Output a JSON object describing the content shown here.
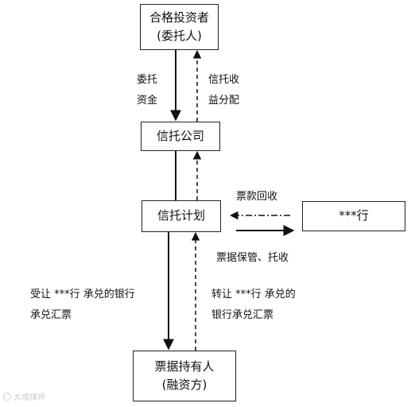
{
  "nodes": {
    "investor": {
      "line1": "合格投资者",
      "line2": "(委托人)"
    },
    "trust_company": {
      "line1": "信托公司"
    },
    "trust_plan": {
      "line1": "信托计划"
    },
    "bank": {
      "line1": "***行"
    },
    "bill_holder": {
      "line1": "票据持有人",
      "line2": "(融资方)"
    }
  },
  "edge_labels": {
    "entrust_funds": {
      "line1": "委托",
      "line2": "资金"
    },
    "trust_income": {
      "line1": "信托收",
      "line2": "益分配"
    },
    "bill_payment_back": {
      "line1": "票款回收"
    },
    "bill_custody": {
      "line1": "票据保管、托收"
    },
    "transfer_in": {
      "line1": "受让 ***行 承兑的银行",
      "line2": "承兑汇票"
    },
    "transfer_out": {
      "line1": "转让 ***行 承兑的",
      "line2": "银行承兑汇票"
    }
  },
  "watermark": {
    "text": "大成律师"
  }
}
